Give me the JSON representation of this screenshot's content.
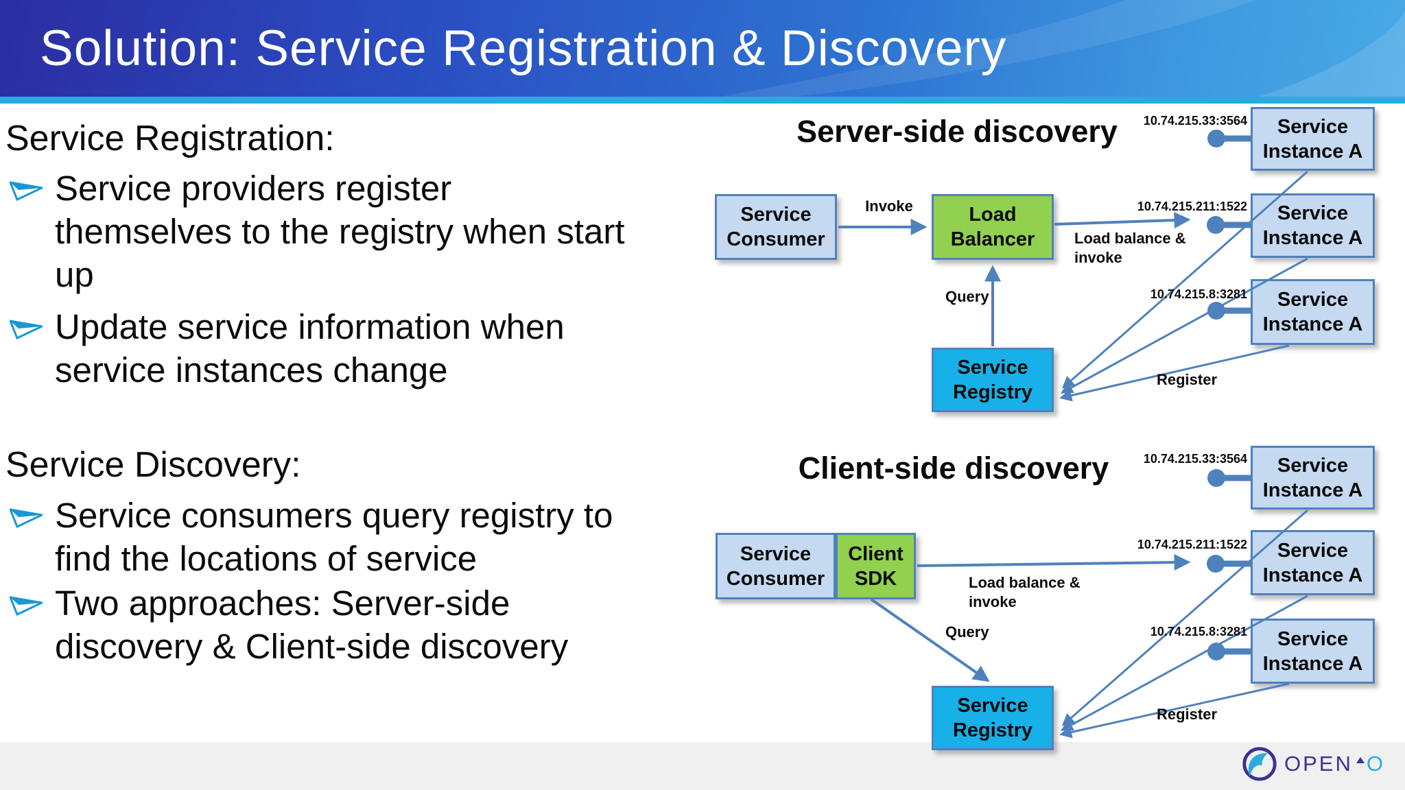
{
  "slide": {
    "title": "Solution: Service Registration & Discovery"
  },
  "left_panel": {
    "bullet_glyph": "➢",
    "sections": [
      {
        "heading": "Service Registration:",
        "bullets": [
          "Service providers register\nthemselves to the registry when start\nup",
          "Update service information when\nservice instances change"
        ]
      },
      {
        "heading": "Service Discovery:",
        "bullets": [
          "Service consumers query registry to\nfind the locations of service",
          "Two approaches: Server-side\ndiscovery & Client-side discovery"
        ]
      }
    ]
  },
  "diagrams": {
    "server_side": {
      "title": "Server-side discovery",
      "consumer_label": "Service\nConsumer",
      "balancer_label": "Load\nBalancer",
      "registry_label": "Service\nRegistry",
      "invoke_label": "Invoke",
      "load_balance_label": "Load balance &\ninvoke",
      "query_label": "Query",
      "register_label": "Register",
      "instances": [
        {
          "ip": "10.74.215.33:3564",
          "label": "Service\nInstance A"
        },
        {
          "ip": "10.74.215.211:1522",
          "label": "Service\nInstance A"
        },
        {
          "ip": "10.74.215.8:3281",
          "label": "Service\nInstance A"
        }
      ]
    },
    "client_side": {
      "title": "Client-side discovery",
      "consumer_label": "Service\nConsumer",
      "sdk_label": "Client\nSDK",
      "registry_label": "Service\nRegistry",
      "load_balance_label": "Load balance &\ninvoke",
      "query_label": "Query",
      "register_label": "Register",
      "instances": [
        {
          "ip": "10.74.215.33:3564",
          "label": "Service\nInstance A"
        },
        {
          "ip": "10.74.215.211:1522",
          "label": "Service\nInstance A"
        },
        {
          "ip": "10.74.215.8:3281",
          "label": "Service\nInstance A"
        }
      ]
    }
  },
  "logo": {
    "name_open": "OPEN",
    "name_o": "O"
  },
  "colors": {
    "header_gradient_left": "#2b2da1",
    "header_gradient_right": "#49a9e6",
    "header_stripe": "#29abe2",
    "box_blue_fill": "#c5d9f1",
    "box_green_fill": "#92d050",
    "box_cyan_fill": "#17b0e8",
    "box_border": "#4f81bd",
    "connector_blue": "#4f81bd",
    "bullet_blue": "#1798d5",
    "logo_purple": "#3b3191",
    "logo_cyan": "#29abe2",
    "footer_bg": "#f0f0f1"
  }
}
